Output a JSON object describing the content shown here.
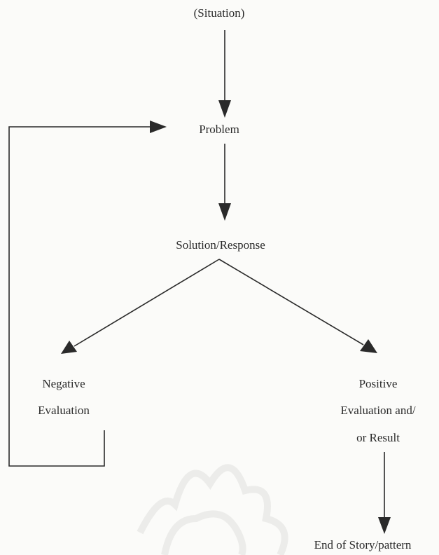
{
  "nodes": {
    "situation": "(Situation)",
    "problem": "Problem",
    "solution": "Solution/Response",
    "negative_line1": "Negative",
    "negative_line2": "Evaluation",
    "positive_line1": "Positive",
    "positive_line2": "Evaluation and/",
    "positive_line3": "or Result",
    "end": "End of Story/pattern"
  },
  "colors": {
    "ink": "#2a2a2a",
    "background": "#fbfbf9",
    "watermark": "#ececea"
  }
}
